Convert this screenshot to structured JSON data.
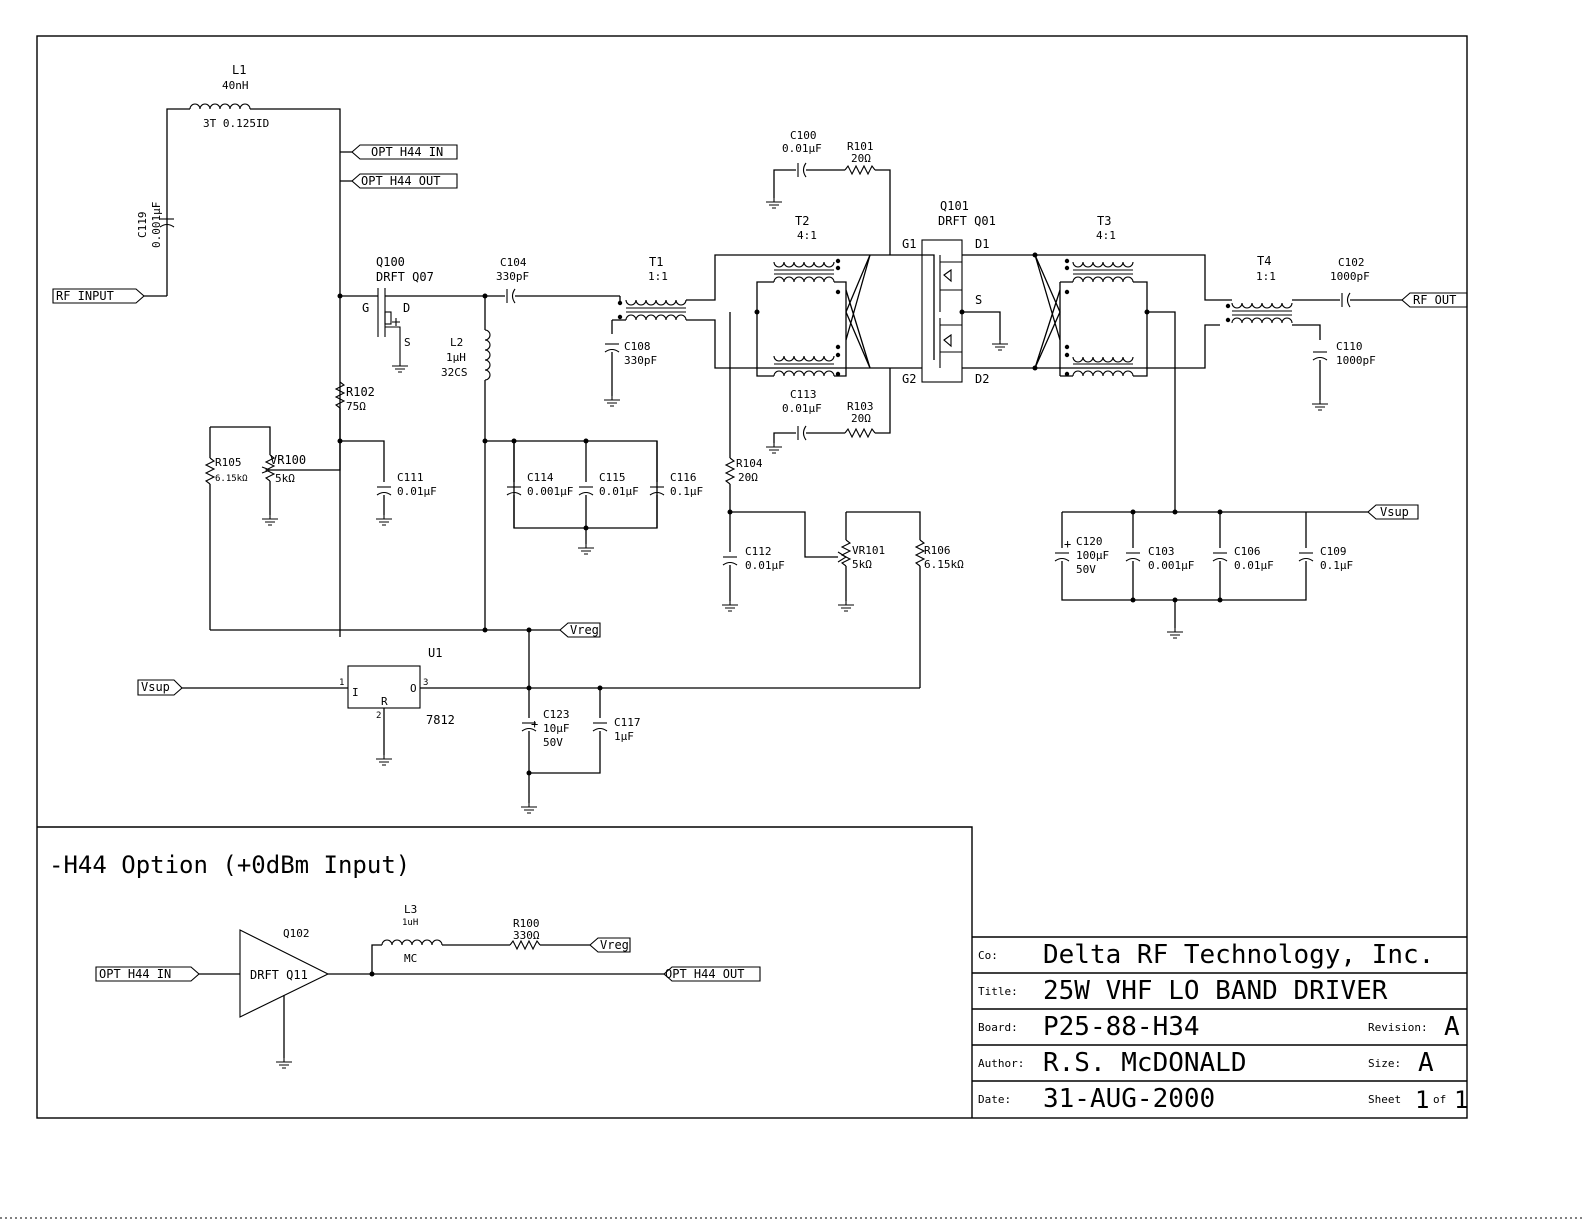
{
  "labels": {
    "L1": "L1",
    "L1_val": "40nH",
    "L1_note": "3T  0.125ID",
    "C119": "C119",
    "C119_val": "0.001µF",
    "rf_input": "RF_INPUT",
    "opt_in": "OPT_H44_IN",
    "opt_out": "OPT_H44_OUT",
    "Q100": "Q100",
    "Q100_type": "DRFT  Q07",
    "pin_G": "G",
    "pin_D": "D",
    "pin_S": "S",
    "C104": "C104",
    "C104_val": "330pF",
    "T1": "T1",
    "T1_ratio": "1:1",
    "C108": "C108",
    "C108_val": "330pF",
    "L2": "L2",
    "L2_val": "1µH",
    "L2_note": "32CS",
    "R102": "R102",
    "R102_val": "75Ω",
    "R105": "R105",
    "R105_val": "6.15kΩ",
    "VR100": "VR100",
    "VR100_val": "5kΩ",
    "C111": "C111",
    "C111_val": "0.01µF",
    "C114": "C114",
    "C114_val": "0.001µF",
    "C115": "C115",
    "C115_val": "0.01µF",
    "C116": "C116",
    "C116_val": "0.1µF",
    "C100": "C100",
    "C100_val": "0.01µF",
    "R101": "R101",
    "R101_val": "20Ω",
    "T2": "T2",
    "T2_ratio": "4:1",
    "Q101": "Q101",
    "Q101_type": "DRFT  Q01",
    "pin_G1": "G1",
    "pin_D1": "D1",
    "pin_G2": "G2",
    "pin_D2": "D2",
    "T3": "T3",
    "T3_ratio": "4:1",
    "T4": "T4",
    "T4_ratio": "1:1",
    "C102": "C102",
    "C102_val": "1000pF",
    "rf_out": "RF_OUT",
    "C110": "C110",
    "C110_val": "1000pF",
    "C113": "C113",
    "C113_val": "0.01µF",
    "R103": "R103",
    "R103_val": "20Ω",
    "R104": "R104",
    "R104_val": "20Ω",
    "C112": "C112",
    "C112_val": "0.01µF",
    "VR101": "VR101",
    "VR101_val": "5kΩ",
    "R106": "R106",
    "R106_val": "6.15kΩ",
    "vsup_right": "Vsup",
    "C120": "C120",
    "C120_val": "100µF",
    "C120_v": "50V",
    "C103": "C103",
    "C103_val": "0.001µF",
    "C106": "C106",
    "C106_val": "0.01µF",
    "C109": "C109",
    "C109_val": "0.1µF",
    "vreg": "Vreg",
    "U1": "U1",
    "U1_part": "7812",
    "U1_I": "I",
    "U1_O": "O",
    "U1_R": "R",
    "U1_p1": "1",
    "U1_p2": "2",
    "U1_p3": "3",
    "vsup_left": "Vsup",
    "C123": "C123",
    "C123_val": "10µF",
    "C123_v": "50V",
    "C117": "C117",
    "C117_val": "1µF",
    "plus": "+"
  },
  "option": {
    "title": "-H44 Option (+0dBm Input)",
    "Q102": "Q102",
    "Q102_type": "DRFT Q11",
    "L3": "L3",
    "L3_val": "1uH",
    "L3_note": "MC",
    "R100": "R100",
    "R100_val": "330Ω",
    "vreg": "Vreg",
    "opt_in": "OPT_H44_IN",
    "opt_out": "OPT_H44_OUT"
  },
  "title_block": {
    "co_label": "Co:",
    "co": "Delta RF Technology, Inc.",
    "title_label": "Title:",
    "title": "25W VHF LO BAND DRIVER",
    "board_label": "Board:",
    "board": "P25-88-H34",
    "revision_label": "Revision:",
    "revision": "A",
    "author_label": "Author:",
    "author": "R.S. McDONALD",
    "size_label": "Size:",
    "size": "A",
    "date_label": "Date:",
    "date": "31-AUG-2000",
    "sheet_label": "Sheet",
    "sheet": "1",
    "of_label": "of",
    "sheets": "1"
  }
}
